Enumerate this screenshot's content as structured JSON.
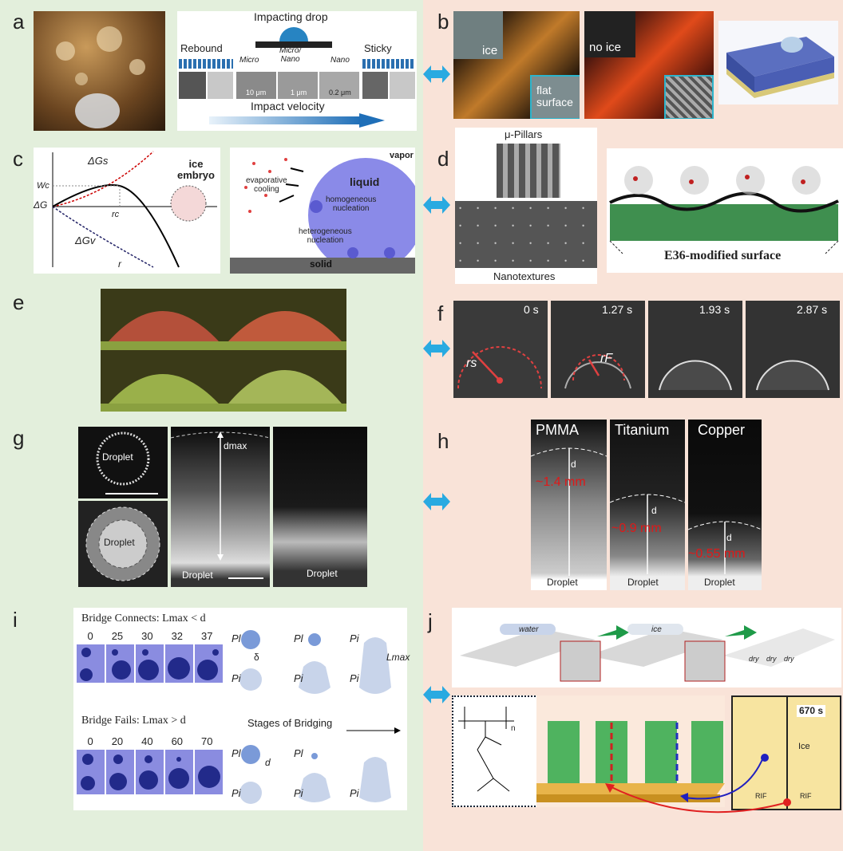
{
  "panels": {
    "a": {
      "label": "a",
      "title": "Impacting drop",
      "rebound": "Rebound",
      "sticky": "Sticky",
      "micro": "Micro",
      "micro_nano": "Micro/\nNano",
      "nano": "Nano",
      "scale1": "10 μm",
      "scale2": "1 μm",
      "scale3": "0.2 μm",
      "velocity": "Impact velocity"
    },
    "b": {
      "label": "b",
      "ice": "ice",
      "no_ice": "no ice",
      "flat": "flat\nsurface"
    },
    "c": {
      "label": "c",
      "dGs": "ΔGs",
      "wc": "Wc",
      "dG": "ΔG",
      "rc": "rc",
      "dGv": "ΔGv",
      "r": "r",
      "ice_embryo": "ice\nembryo",
      "vapor": "vapor",
      "liquid": "liquid",
      "evap": "evaporative\ncooling",
      "homo": "homogeneous\nnucleation",
      "hetero": "heterogeneous\nnucleation",
      "solid": "solid"
    },
    "d": {
      "label": "d",
      "pillars": "μ-Pillars",
      "nanotextures": "Nanotextures",
      "e36": "E36-modified surface"
    },
    "e": {
      "label": "e"
    },
    "f": {
      "label": "f",
      "t0": "0 s",
      "t1": "1.27 s",
      "t2": "1.93 s",
      "t3": "2.87 s",
      "rs": "rs",
      "rf": "rF"
    },
    "g": {
      "label": "g",
      "droplet": "Droplet",
      "dmax": "dmax"
    },
    "h": {
      "label": "h",
      "pmma": "PMMA",
      "titanium": "Titanium",
      "copper": "Copper",
      "d": "d",
      "v1": "~1.4 mm",
      "v2": "~0.9 mm",
      "v3": "~0.55 mm",
      "droplet": "Droplet"
    },
    "i": {
      "label": "i",
      "connects": "Bridge Connects: Lmax < d",
      "fails": "Bridge Fails: Lmax > d",
      "t_top": [
        "0",
        "25",
        "30",
        "32",
        "37"
      ],
      "t_bot": [
        "0",
        "20",
        "40",
        "60",
        "70"
      ],
      "stages": "Stages of Bridging",
      "pl": "Pl",
      "pi": "Pi",
      "delta": "δ",
      "lmax": "Lmax",
      "d": "d"
    },
    "j": {
      "label": "j",
      "water": "water",
      "ice": "ice",
      "dry": "dry",
      "n": "n",
      "time": "670 s",
      "ice_label": "Ice",
      "rif": "RIF"
    }
  },
  "colors": {
    "left_bg": "#e3efdc",
    "right_bg": "#f9e3d8",
    "arrow": "#29aae1",
    "red": "#e01818"
  }
}
